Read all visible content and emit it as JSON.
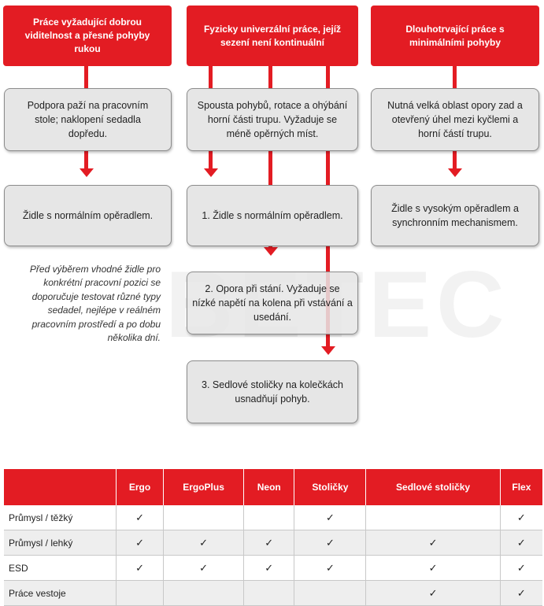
{
  "flow": {
    "col1": {
      "header": "Práce vyžadující dobrou viditelnost a přesné pohyby rukou",
      "description": "Podpora paží na pracovním stole; naklopení sedadla dopředu.",
      "result": "Židle s normálním opěradlem."
    },
    "col2": {
      "header": "Fyzicky univerzální práce, jejíž sezení není kontinuální",
      "description": "Spousta pohybů, rotace a ohýbání horní části trupu. Vyžaduje se méně opěrných míst.",
      "result1": "1. Židle s normálním opěradlem.",
      "result2": "2. Opora při stání. Vyžaduje se nízké napětí na kolena při vstávání a usedání.",
      "result3": "3. Sedlové stoličky na kolečkách usnadňují pohyb."
    },
    "col3": {
      "header": "Dlouhotrvající práce s minimálními pohyby",
      "description": "Nutná velká oblast opory zad a otevřený úhel mezi kyčlemi a horní částí trupu.",
      "result": "Židle s vysokým opěradlem a synchronním mechanismem."
    },
    "note": "Před výběrem vhodné židle pro konkrétní pracovní pozici se doporučuje testovat různé typy sedadel, nejlépe v reálném pracovním prostředí a po dobu několika dní.",
    "watermark": "BETEC"
  },
  "colors": {
    "accent": "#e31c23",
    "box": "#e6e6e6"
  },
  "table": {
    "columns": [
      "",
      "Ergo",
      "ErgoPlus",
      "Neon",
      "Stoličky",
      "Sedlové stoličky",
      "Flex"
    ],
    "check": "✓",
    "rows": [
      {
        "label": "Průmysl / těžký",
        "marks": [
          true,
          false,
          false,
          true,
          false,
          true
        ]
      },
      {
        "label": "Průmysl / lehký",
        "marks": [
          true,
          true,
          true,
          true,
          true,
          true
        ]
      },
      {
        "label": "ESD",
        "marks": [
          true,
          true,
          true,
          true,
          true,
          true
        ]
      },
      {
        "label": "Práce vestoje",
        "marks": [
          false,
          false,
          false,
          false,
          true,
          true
        ]
      }
    ]
  }
}
